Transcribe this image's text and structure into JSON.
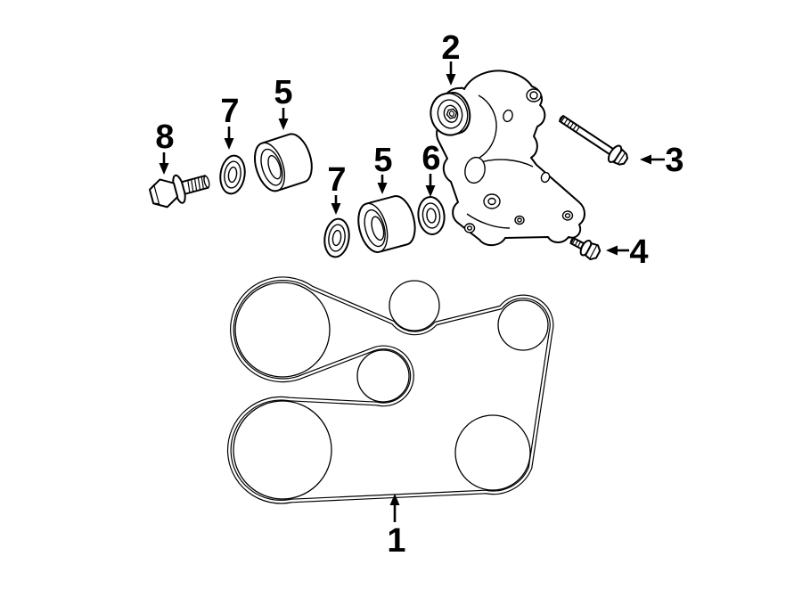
{
  "diagram": {
    "background_color": "#ffffff",
    "line_color": "#000000",
    "callouts": [
      {
        "label": "1",
        "part": "serpentine-drive-belt"
      },
      {
        "label": "2",
        "part": "belt-tensioner-assembly"
      },
      {
        "label": "3",
        "part": "tensioner-long-mounting-bolt"
      },
      {
        "label": "4",
        "part": "tensioner-short-mounting-bolt"
      },
      {
        "label": "5",
        "part": "idler-pulley-upper"
      },
      {
        "label": "5",
        "part": "idler-pulley-lower"
      },
      {
        "label": "6",
        "part": "pulley-washer-right"
      },
      {
        "label": "7",
        "part": "pulley-washer-upper"
      },
      {
        "label": "7",
        "part": "pulley-washer-lower"
      },
      {
        "label": "8",
        "part": "pulley-mounting-bolt"
      }
    ]
  }
}
